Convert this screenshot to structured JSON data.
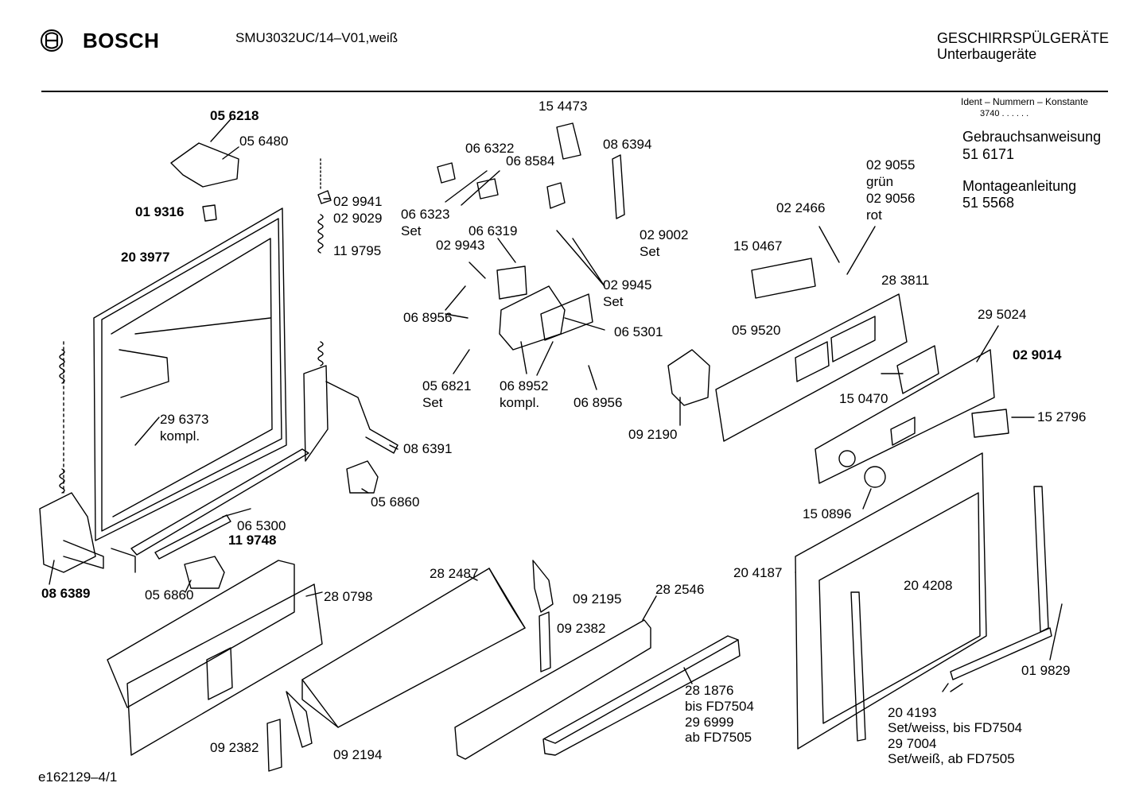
{
  "header": {
    "brand": "BOSCH",
    "model": "SMU3032UC/14–V01,weiß",
    "category": "GESCHIRRSPÜLGERÄTE",
    "subcategory": "Unterbaugeräte"
  },
  "info": {
    "ident_label": "Ident – Nummern – Konstante",
    "ident_value": "3740 . .   . . . .",
    "manual_label": "Gebrauchsanweisung",
    "manual_number": "51 6171",
    "assembly_label": "Montageanleitung",
    "assembly_number": "51 5568"
  },
  "footer": {
    "code": "e162129–4/1"
  },
  "parts": [
    {
      "text": "05 6218"
    },
    {
      "text": "05 6480"
    },
    {
      "text": "01 9316"
    },
    {
      "text": "20 3977"
    },
    {
      "text": "02 9941"
    },
    {
      "text": "02 9029"
    },
    {
      "text": "11 9795"
    },
    {
      "text": "29 6373"
    },
    {
      "text": "kompl."
    },
    {
      "text": "08 6391"
    },
    {
      "text": "05 6860"
    },
    {
      "text": "06 5300"
    },
    {
      "text": "11 9748"
    },
    {
      "text": "08 6389"
    },
    {
      "text": "05 6860"
    },
    {
      "text": "15 4473"
    },
    {
      "text": "06 6322"
    },
    {
      "text": "06 8584"
    },
    {
      "text": "08 6394"
    },
    {
      "text": "06 6323"
    },
    {
      "text": "Set"
    },
    {
      "text": "06 6319"
    },
    {
      "text": "02 9943"
    },
    {
      "text": "02 9002"
    },
    {
      "text": "Set"
    },
    {
      "text": "02 9945"
    },
    {
      "text": "Set"
    },
    {
      "text": "06 8956"
    },
    {
      "text": "06 5301"
    },
    {
      "text": "05 6821"
    },
    {
      "text": "Set"
    },
    {
      "text": "06 8952"
    },
    {
      "text": "kompl."
    },
    {
      "text": "06 8956"
    },
    {
      "text": "02 9055"
    },
    {
      "text": "grün"
    },
    {
      "text": "02 9056"
    },
    {
      "text": "rot"
    },
    {
      "text": "02 2466"
    },
    {
      "text": "15 0467"
    },
    {
      "text": "28 3811"
    },
    {
      "text": "05 9520"
    },
    {
      "text": "29 5024"
    },
    {
      "text": "02 9014"
    },
    {
      "text": "15 0470"
    },
    {
      "text": "15 2796"
    },
    {
      "text": "09 2190"
    },
    {
      "text": "15 0896"
    },
    {
      "text": "20 4187"
    },
    {
      "text": "20 4208"
    },
    {
      "text": "01 9829"
    },
    {
      "text": "28 0798"
    },
    {
      "text": "28 2487"
    },
    {
      "text": "09 2195"
    },
    {
      "text": "28 2546"
    },
    {
      "text": "09 2382"
    },
    {
      "text": "28 1876"
    },
    {
      "text": "bis FD7504"
    },
    {
      "text": "29 6999"
    },
    {
      "text": "ab FD7505"
    },
    {
      "text": "09 2382"
    },
    {
      "text": "09 2194"
    },
    {
      "text": "20 4193"
    },
    {
      "text": "Set/weiss, bis FD7504"
    },
    {
      "text": "29 7004"
    },
    {
      "text": "Set/weiß, ab FD7505"
    }
  ]
}
